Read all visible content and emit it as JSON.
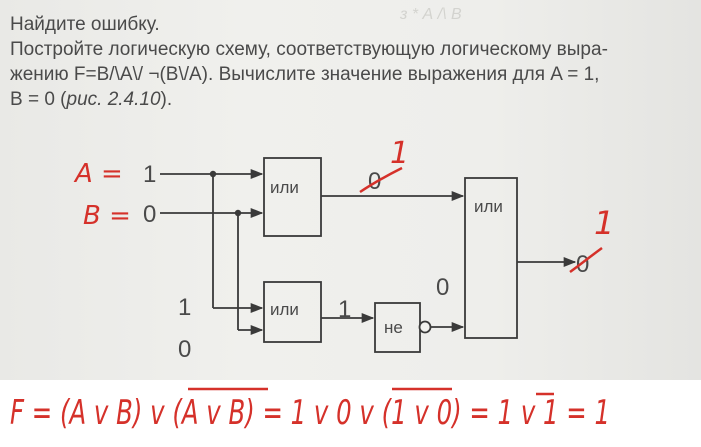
{
  "ghost_text": "з * А /\\ В",
  "task": {
    "title": "Найдите ошибку.",
    "line1": "Постройте логическую схему, соответствующую логическому выра-",
    "line2": "жению F=B/\\A\\/ ¬(B\\/A). Вычислите значение выражения для A = 1,",
    "line3_prefix": "B = 0 (",
    "line3_fig": "рис. 2.4.10",
    "line3_suffix": ")."
  },
  "diagram": {
    "input_a_label": "A =",
    "input_b_label": "B =",
    "input_a_value": "1",
    "input_b_value": "0",
    "or_gate_1_label": "или",
    "or_gate_2_label": "или",
    "or_gate_3_label": "или",
    "not_gate_label": "не",
    "or1_output_value": "0",
    "or1_output_correction": "1",
    "or2_input1_value": "1",
    "or2_input2_value": "0",
    "or2_output_value": "1",
    "not_output_value": "0",
    "final_output_value": "0",
    "final_output_correction": "1"
  },
  "formula": {
    "text": "F = (A v B) v (A v B) = 1 v 0 v (1 v 0) = 1 v 1 = 1"
  },
  "colors": {
    "print_text": "#4a4a4a",
    "handwriting": "#d5312a",
    "paper": "#eeeeeb"
  }
}
